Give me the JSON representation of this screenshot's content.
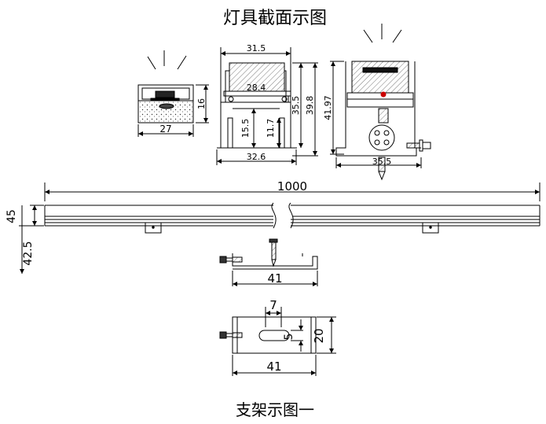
{
  "titles": {
    "top": "灯具截面示图",
    "bottom": "支架示图一"
  },
  "profile_small": {
    "width": "27",
    "height": "16"
  },
  "profile_mid": {
    "top_width": "31.5",
    "inner_width": "28.4",
    "height_a": "35.5",
    "height_b": "39.8",
    "lower_a": "15.5",
    "lower_b": "11.7",
    "bottom_width": "32.6"
  },
  "profile_right": {
    "height": "41.97",
    "bottom_width": "35.5"
  },
  "long_bar": {
    "length": "1000",
    "height_a": "45",
    "height_b": "42.5"
  },
  "bracket_side": {
    "width": "41"
  },
  "bracket_top": {
    "slot_width": "7",
    "slot_height": "5",
    "height": "20",
    "width": "41"
  },
  "colors": {
    "line": "#000000",
    "hatch": "#555555",
    "accent": "#cc0000"
  }
}
